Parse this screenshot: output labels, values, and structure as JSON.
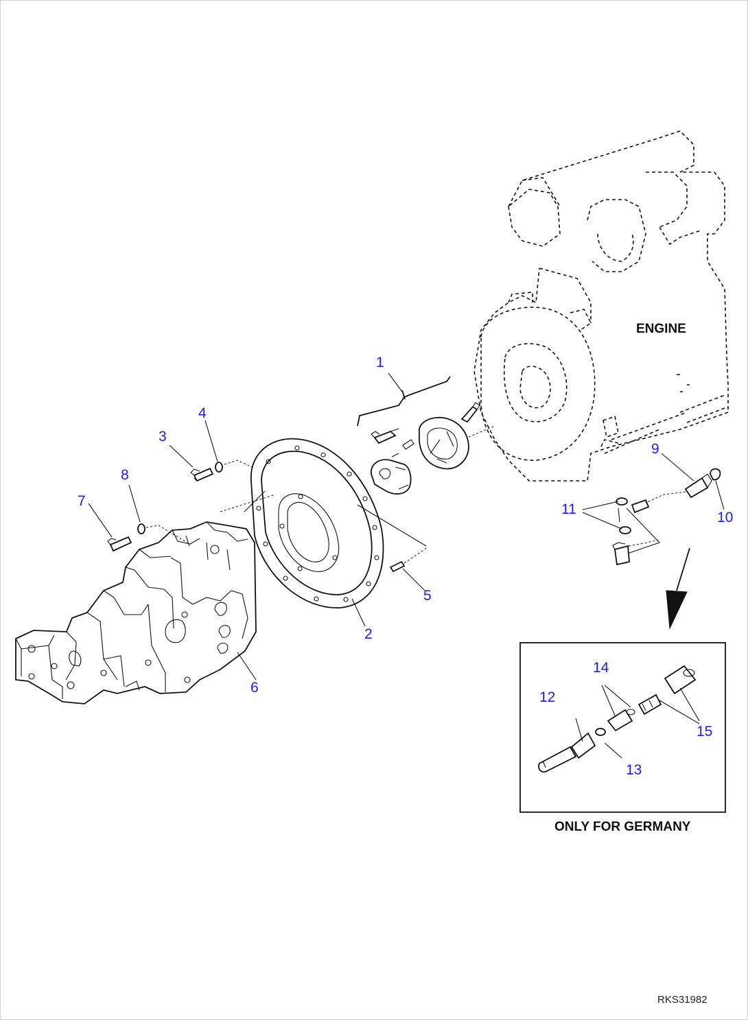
{
  "labels": {
    "engine": "ENGINE",
    "inset_caption": "ONLY FOR GERMANY",
    "drawing_code": "RKS31982"
  },
  "callouts": [
    "1",
    "2",
    "3",
    "4",
    "5",
    "6",
    "7",
    "8",
    "9",
    "10",
    "11",
    "12",
    "13",
    "14",
    "15"
  ],
  "colors": {
    "callout": "#1a1aff",
    "line": "#111111",
    "background": "#ffffff"
  },
  "icons": {
    "direction_arrow": "arrow-down-left-icon"
  }
}
